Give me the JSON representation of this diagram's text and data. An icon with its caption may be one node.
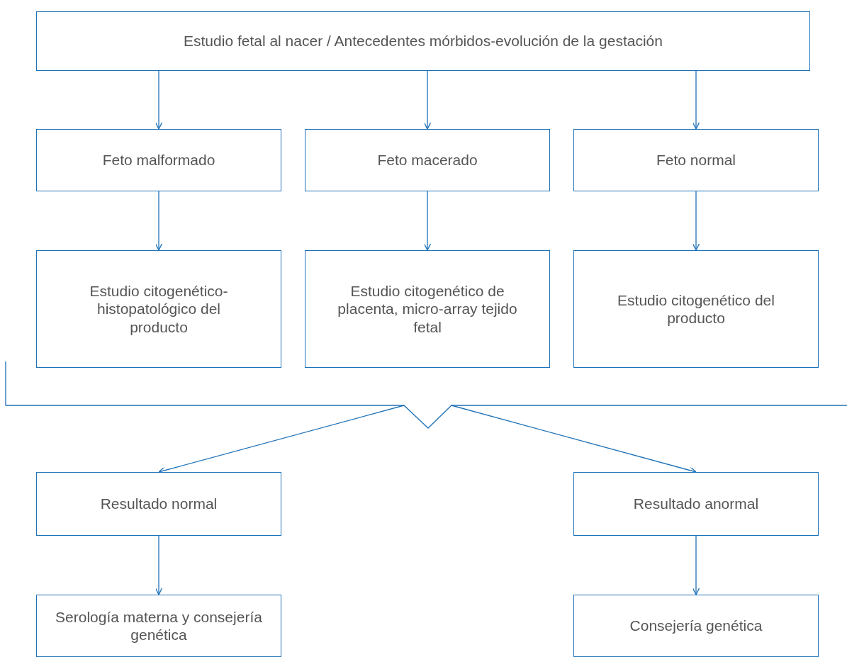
{
  "diagram": {
    "nodes": [
      {
        "text": [
          "Estudio fetal al nacer / Antecedentes mórbidos-evolución de la gestación"
        ]
      },
      {
        "text": [
          "Feto malformado"
        ]
      },
      {
        "text": [
          "Feto macerado"
        ]
      },
      {
        "text": [
          "Feto normal"
        ]
      },
      {
        "text": [
          "Estudio citogenético-histopatológico del producto"
        ]
      },
      {
        "text": [
          "Estudio citogenético de placenta, micro-array tejido fetal"
        ]
      },
      {
        "text": [
          "Estudio citogenético del producto"
        ]
      },
      {
        "text": [
          "Resultado normal"
        ]
      },
      {
        "text": [
          "Resultado anormal"
        ]
      },
      {
        "text": [
          "Serología materna y consejería genética"
        ]
      },
      {
        "text": [
          "Consejería genética"
        ]
      }
    ],
    "edges": [
      {
        "from": 0,
        "to": 1,
        "arrow": "to"
      },
      {
        "from": 0,
        "to": 2,
        "arrow": "to"
      },
      {
        "from": 0,
        "to": 3,
        "arrow": "to"
      },
      {
        "from": 1,
        "to": 4,
        "arrow": "to"
      },
      {
        "from": 2,
        "to": 5,
        "arrow": "to"
      },
      {
        "from": 3,
        "to": 6,
        "arrow": "to"
      },
      {
        "from": null,
        "to": 7,
        "arrow": "to"
      },
      {
        "from": null,
        "to": 8,
        "arrow": "to"
      },
      {
        "from": 7,
        "to": 9,
        "arrow": "to"
      },
      {
        "from": 8,
        "to": 10,
        "arrow": "to"
      }
    ]
  }
}
